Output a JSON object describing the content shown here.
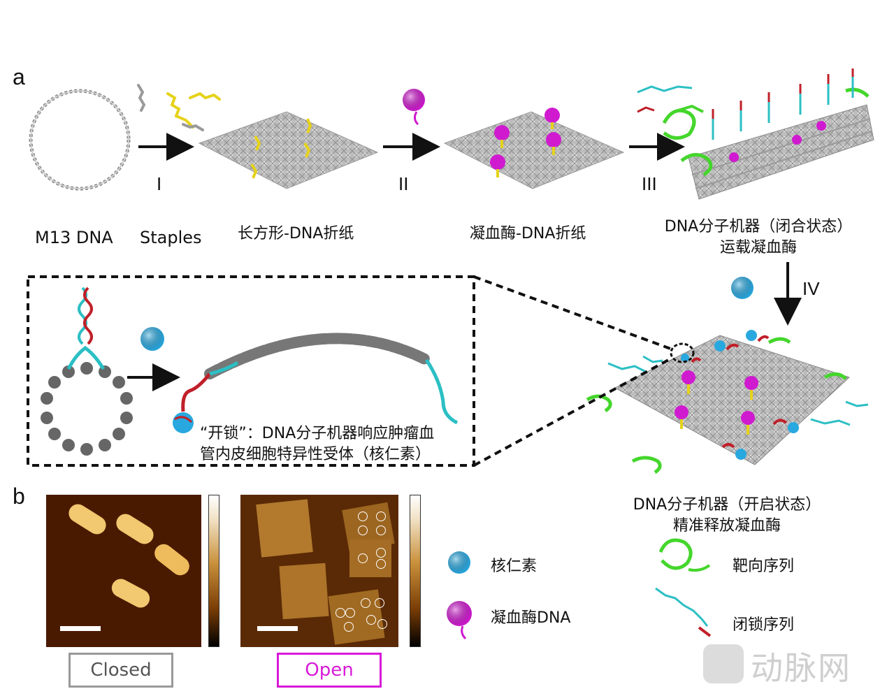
{
  "panel_a": {
    "letter": "a",
    "step_labels": [
      "I",
      "II",
      "III",
      "IV"
    ],
    "m13_label": "M13 DNA",
    "staples_label": "Staples",
    "rect_origami_label": "长方形-DNA折纸",
    "thrombin_origami_label": "凝血酶-DNA折纸",
    "closed_machine_label_line1": "DNA分子机器（闭合状态）",
    "closed_machine_label_line2": "运载凝血酶",
    "open_machine_label_line1": "DNA分子机器（开启状态）",
    "open_machine_label_line2": "精准释放凝血酶",
    "unlock_text_line1": "“开锁”：DNA分子机器响应肿瘤血",
    "unlock_text_line2": "管内皮细胞特异性受体（核仁素）"
  },
  "panel_b": {
    "letter": "b",
    "closed_label": "Closed",
    "open_label": "Open"
  },
  "legend": [
    {
      "label": "核仁素"
    },
    {
      "label": "凝血酶DNA"
    },
    {
      "label": "靶向序列"
    },
    {
      "label": "闭锁序列"
    }
  ],
  "watermark": "动脉网",
  "colors": {
    "nucleolin": "#29a8e0",
    "thrombin": "#d01ad0",
    "targeting": "#44d62c",
    "locking_cyan": "#2bbfc4",
    "locking_red": "#c0202a",
    "staple": "#e6d21a",
    "origami": "#a8a8a8",
    "open_box": "#d81ad8",
    "closed_box": "#999999"
  }
}
